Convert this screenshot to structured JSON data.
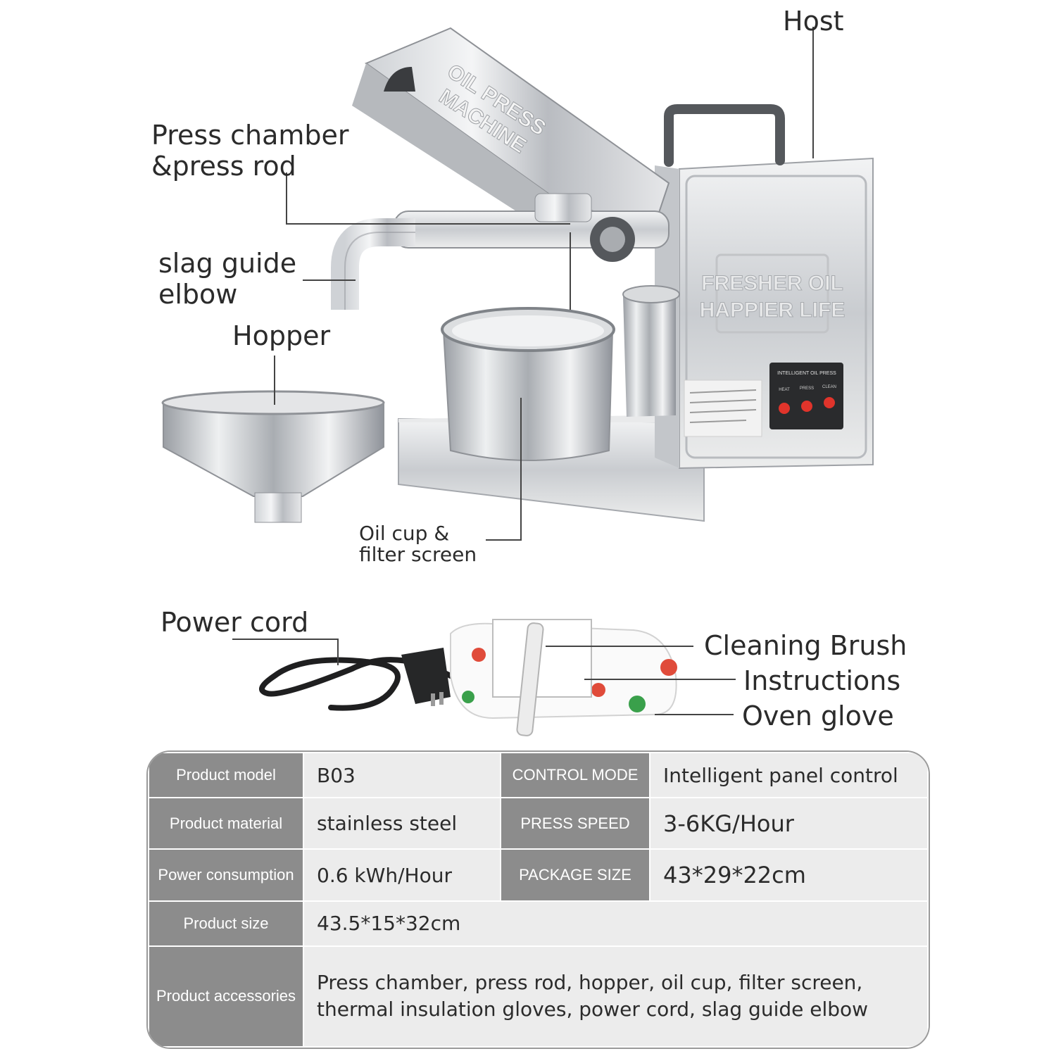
{
  "callouts": {
    "host": "Host",
    "press_chamber_line1": "Press chamber",
    "press_chamber_line2": "&press rod",
    "slag_line1": "slag guide",
    "slag_line2": "elbow",
    "hopper": "Hopper",
    "oil_cup_line1": "Oil cup &",
    "oil_cup_line2": "filter screen",
    "power_cord": "Power cord",
    "cleaning_brush": "Cleaning Brush",
    "instructions": "Instructions",
    "oven_glove": "Oven glove"
  },
  "machine_text": {
    "lid_line1": "OIL PRESS",
    "lid_line2": "MACHINE",
    "panel_line1": "FRESHER OIL",
    "panel_line2": "HAPPIER LIFE",
    "control_title": "INTELLIGENT OIL PRESS",
    "btn_heat": "HEAT",
    "btn_press": "PRESS",
    "btn_clean": "CLEAN"
  },
  "specs": {
    "row1": {
      "k1": "Product model",
      "v1": "B03",
      "k2": "CONTROL MODE",
      "v2": "Intelligent panel control"
    },
    "row2": {
      "k1": "Product material",
      "v1": "stainless steel",
      "k2": "PRESS SPEED",
      "v2": "3-6KG/Hour"
    },
    "row3": {
      "k1": "Power consumption",
      "v1": "0.6 kWh/Hour",
      "k2": "PACKAGE SIZE",
      "v2": "43*29*22cm"
    },
    "row4": {
      "k1": "Product size",
      "v1": "43.5*15*32cm"
    },
    "row5": {
      "k1": "Product accessories",
      "v1a": "Press chamber, press rod, hopper, oil cup, filter screen,",
      "v1b": "thermal insulation gloves, power cord, slag guide elbow"
    }
  }
}
